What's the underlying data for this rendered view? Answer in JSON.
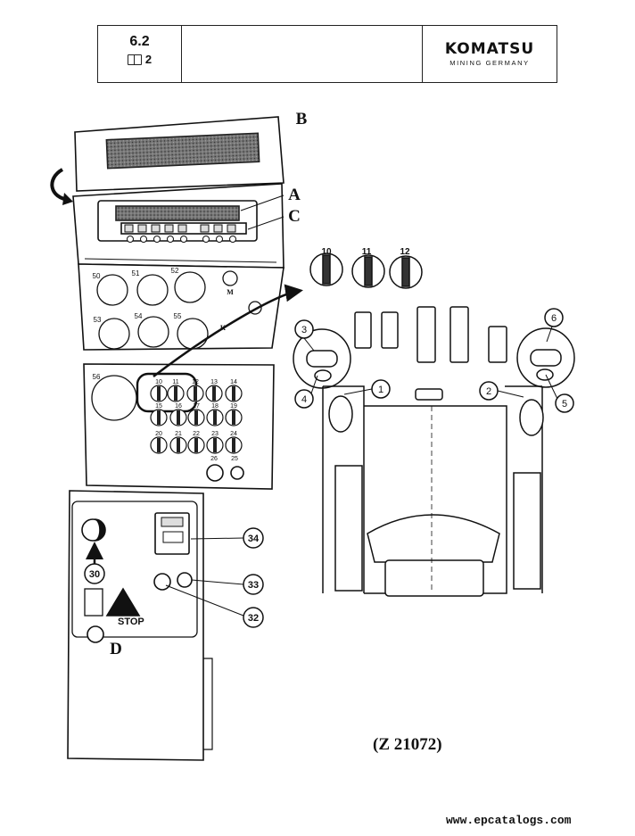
{
  "header": {
    "section": "6.2",
    "page": "2",
    "brand_name": "KOMATSU",
    "brand_sub": "MINING GERMANY"
  },
  "diagram": {
    "letters": [
      "A",
      "B",
      "C",
      "D",
      "K",
      "M"
    ],
    "gauges": [
      "50",
      "51",
      "52",
      "53",
      "54",
      "55",
      "56"
    ],
    "switches_row1": [
      "10",
      "11",
      "12",
      "13",
      "14"
    ],
    "switches_row2": [
      "15",
      "16",
      "17",
      "18",
      "19"
    ],
    "switches_row3": [
      "20",
      "21",
      "22",
      "23",
      "24"
    ],
    "misc_numbers": [
      "25",
      "26"
    ],
    "detail_switches": [
      "10",
      "11",
      "12"
    ],
    "callouts": [
      "1",
      "2",
      "3",
      "4",
      "5",
      "6",
      "30",
      "32",
      "33",
      "34"
    ],
    "stop_label": "STOP"
  },
  "figure_ref": "(Z 21072)",
  "watermark": "www.epcatalogs.com"
}
